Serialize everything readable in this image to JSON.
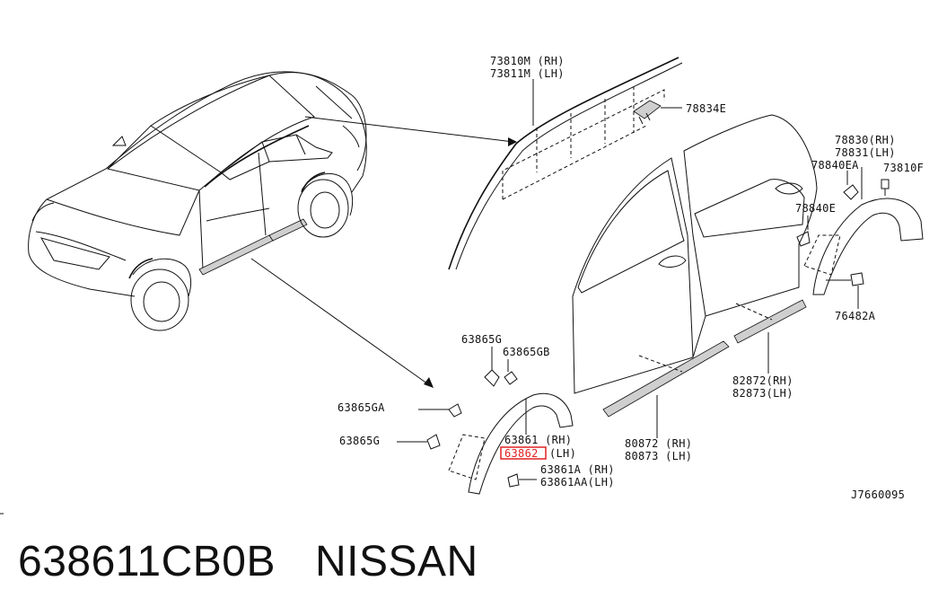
{
  "diagram": {
    "parts": {
      "p73810M": "73810M (RH)",
      "p73811M": "73811M (LH)",
      "p78834E": "78834E",
      "p78830": "78830(RH)",
      "p78831": "78831(LH)",
      "p78840EA": "78840EA",
      "p73810F": "73810F",
      "p78840E": "78840E",
      "p76482A": "76482A",
      "p82872": "82872(RH)",
      "p82873": "82873(LH)",
      "p80872": "80872 (RH)",
      "p80873": "80873 (LH)",
      "p63865G_top": "63865G",
      "p63865GB": "63865GB",
      "p63865GA": "63865GA",
      "p63865G_bottom": "63865G",
      "p63861": "63861 (RH)",
      "p63862": "63862",
      "p63862_lh": "(LH)",
      "p63861A": "63861A  (RH)",
      "p63861AA": "63861AA(LH)",
      "diagram_code": "J7660095"
    },
    "highlight_color": "#e02020"
  },
  "footer": {
    "part_number": "638611CB0B",
    "brand": "NISSAN"
  }
}
